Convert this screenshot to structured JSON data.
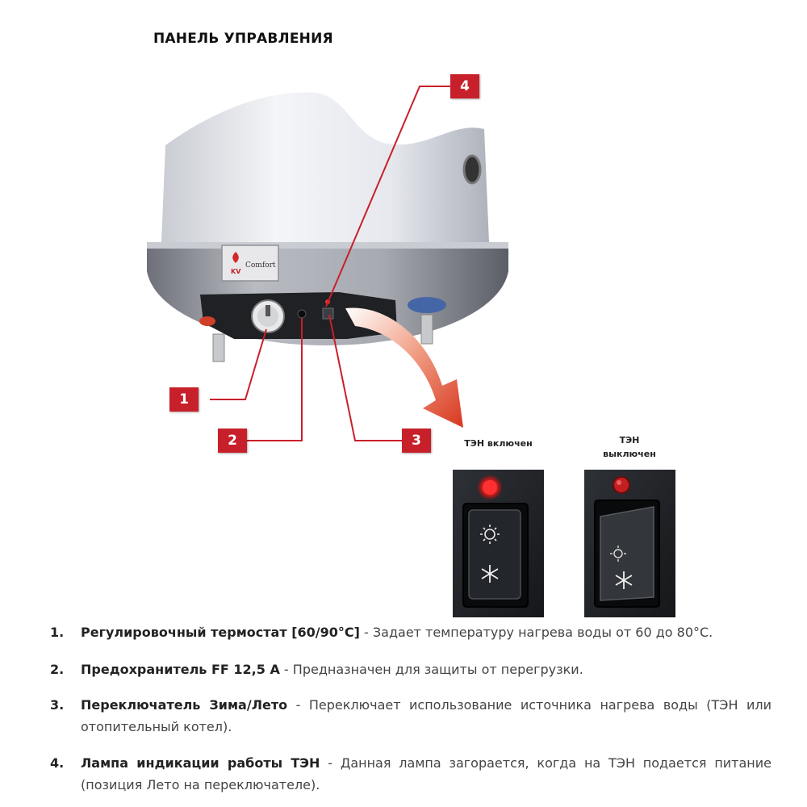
{
  "page": {
    "title": "ПАНЕЛЬ УПРАВЛЕНИЯ"
  },
  "illustration": {
    "brand_label": "Comfort",
    "brand_mark": "KV",
    "accent_color": "#c8202a",
    "callouts": [
      "1",
      "2",
      "3",
      "4"
    ],
    "states": {
      "on_caption": "ТЭН включен",
      "off_caption_line1": "ТЭН",
      "off_caption_line2": "выключен"
    }
  },
  "legend": [
    {
      "num": "1.",
      "title": "Регулировочный термостат [60/90°C]",
      "sep": " - ",
      "text": "Задает температуру нагрева воды от 60 до 80°C."
    },
    {
      "num": "2.",
      "title": "Предохранитель FF 12,5 А",
      "sep": " - ",
      "text": "Предназначен для защиты от перегрузки."
    },
    {
      "num": "3.",
      "title": "Переключатель Зима/Лето",
      "sep": " - ",
      "text": "Переключает использование источника нагрева воды (ТЭН или отопительный котел)."
    },
    {
      "num": "4.",
      "title": "Лампа индикации работы ТЭН",
      "sep": " - ",
      "text": "Данная лампа загорается, когда на ТЭН подается питание (позиция Лето на переключателе)."
    }
  ]
}
